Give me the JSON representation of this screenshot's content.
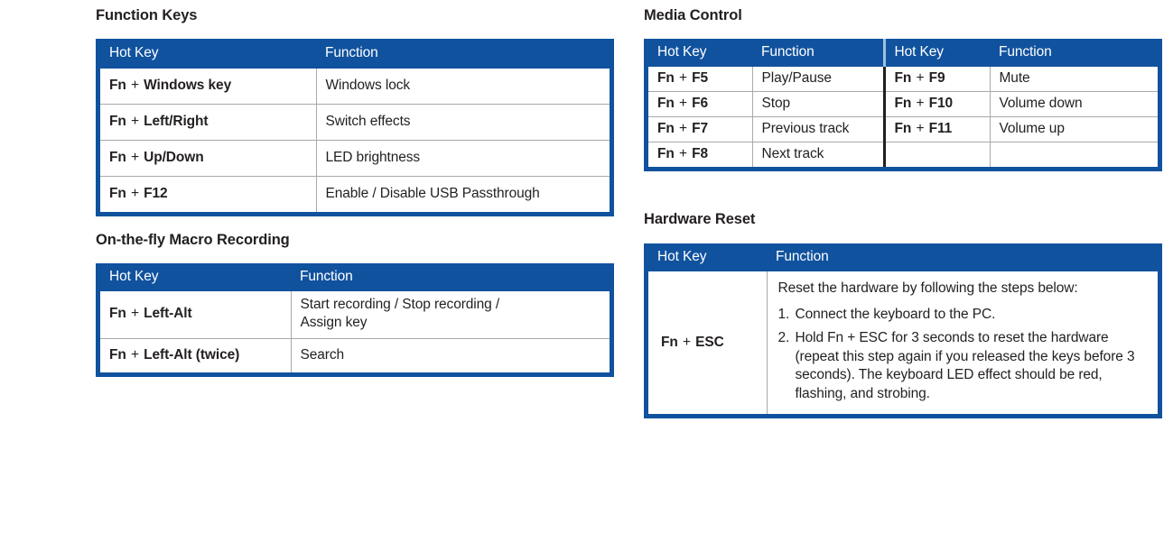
{
  "colors": {
    "header_blue": "#10529e",
    "frame_blue": "#10529e",
    "row_divider": "#a7a9ac",
    "text": "#231f20",
    "header_text": "#ffffff",
    "thick_divider": "#231f20"
  },
  "sections": {
    "function_keys": {
      "title": "Function Keys",
      "columns": [
        "Hot Key",
        "Function"
      ],
      "rows": [
        {
          "key_prefix": "Fn",
          "key_plus": "+",
          "key_suffix": "Windows key",
          "function": "Windows lock"
        },
        {
          "key_prefix": "Fn",
          "key_plus": "+",
          "key_suffix": "Left/Right",
          "function": "Switch effects"
        },
        {
          "key_prefix": "Fn",
          "key_plus": "+",
          "key_suffix": "Up/Down",
          "function": "LED brightness"
        },
        {
          "key_prefix": "Fn",
          "key_plus": "+",
          "key_suffix": "F12",
          "function": "Enable / Disable USB Passthrough"
        }
      ]
    },
    "macro_recording": {
      "title": "On-the-fly Macro Recording",
      "columns": [
        "Hot Key",
        "Function"
      ],
      "rows": [
        {
          "key_prefix": "Fn",
          "key_plus": "+",
          "key_suffix": "Left-Alt",
          "function_line1": "Start recording / Stop recording /",
          "function_line2": "Assign key"
        },
        {
          "key_prefix": "Fn",
          "key_plus": "+",
          "key_suffix": "Left-Alt (twice)",
          "function_line1": "Search",
          "function_line2": ""
        }
      ]
    },
    "media_control": {
      "title": "Media Control",
      "columns": [
        "Hot Key",
        "Function",
        "Hot Key",
        "Function"
      ],
      "rows": [
        {
          "key_prefix": "Fn",
          "key_plus": "+",
          "key_suffix": "F5",
          "function": "Play/Pause",
          "key2_prefix": "Fn",
          "key2_plus": "+",
          "key2_suffix": "F9",
          "function2": "Mute"
        },
        {
          "key_prefix": "Fn",
          "key_plus": "+",
          "key_suffix": "F6",
          "function": "Stop",
          "key2_prefix": "Fn",
          "key2_plus": "+",
          "key2_suffix": "F10",
          "function2": "Volume down"
        },
        {
          "key_prefix": "Fn",
          "key_plus": "+",
          "key_suffix": "F7",
          "function": "Previous track",
          "key2_prefix": "Fn",
          "key2_plus": "+",
          "key2_suffix": "F11",
          "function2": "Volume up"
        },
        {
          "key_prefix": "Fn",
          "key_plus": "+",
          "key_suffix": "F8",
          "function": "Next track",
          "key2_prefix": "",
          "key2_plus": "",
          "key2_suffix": "",
          "function2": ""
        }
      ]
    },
    "hardware_reset": {
      "title": "Hardware Reset",
      "columns": [
        "Hot Key",
        "Function"
      ],
      "row": {
        "key_prefix": "Fn",
        "key_plus": "+",
        "key_suffix": "ESC",
        "intro": "Reset the hardware by following the steps below:",
        "steps": [
          {
            "num": "1.",
            "text": "Connect the keyboard to the PC."
          },
          {
            "num": "2.",
            "text": "Hold Fn + ESC for 3 seconds to reset the hardware (repeat this step again if you released the keys before 3 seconds). The keyboard LED effect should be red, flashing, and strobing."
          }
        ]
      }
    }
  }
}
